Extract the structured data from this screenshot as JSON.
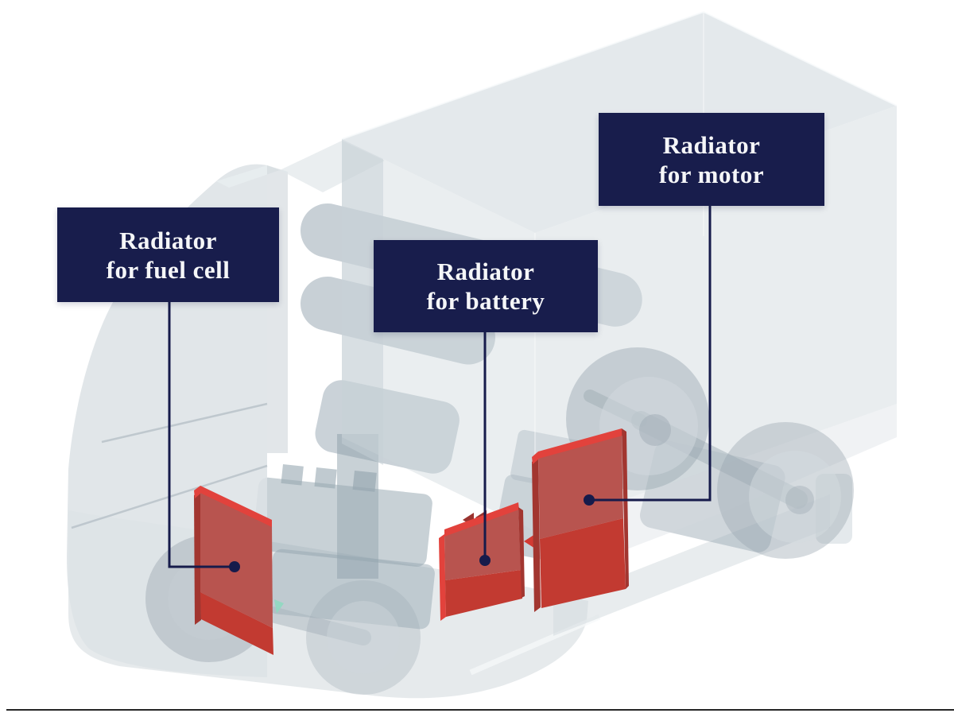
{
  "diagram": {
    "labels": [
      {
        "id": "fuel-cell",
        "line1": "Radiator",
        "line2": "for fuel cell"
      },
      {
        "id": "battery",
        "line1": "Radiator",
        "line2": "for battery"
      },
      {
        "id": "motor",
        "line1": "Radiator",
        "line2": "for motor"
      }
    ],
    "colors": {
      "background": "#ffffff",
      "label_bg": "#181d4c",
      "label_text": "#f5f6f8",
      "leader": "#161b4b",
      "radiator_red": "#c23a31",
      "radiator_red_muted": "#b8544f",
      "radiator_red_bright": "#e2423c",
      "radiator_red_dark": "#a23630",
      "truck_body": "#dbe1e5",
      "divider": "#262626"
    }
  }
}
